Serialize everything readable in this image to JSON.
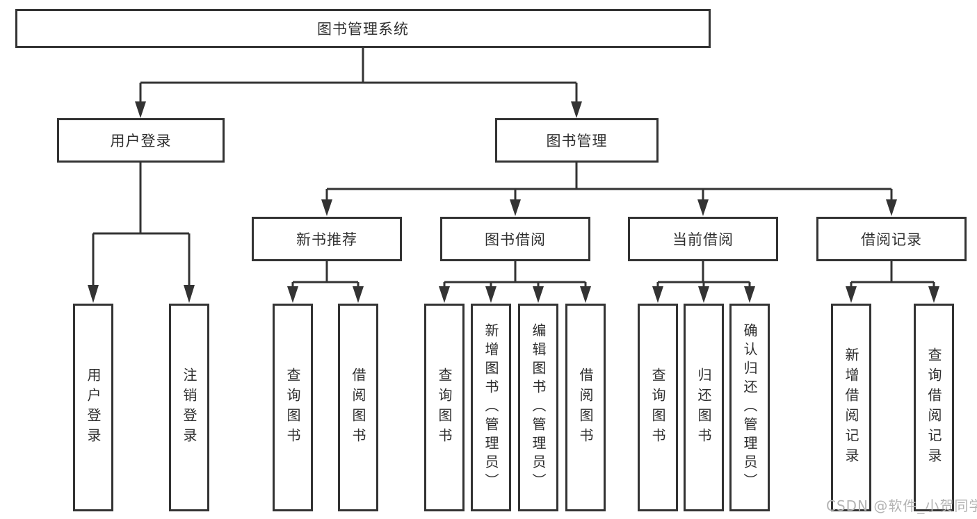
{
  "diagram": {
    "root": {
      "label": "图书管理系统"
    },
    "level2": [
      {
        "label": "用户登录"
      },
      {
        "label": "图书管理"
      }
    ],
    "level3": [
      {
        "label": "新书推荐"
      },
      {
        "label": "图书借阅"
      },
      {
        "label": "当前借阅"
      },
      {
        "label": "借阅记录"
      }
    ],
    "leaves": {
      "user_login": [
        "用户登录",
        "注销登录"
      ],
      "new_book": [
        "查询图书",
        "借阅图书"
      ],
      "book_borrow": [
        "查询图书",
        "新增图书（管理员）",
        "编辑图书（管理员）",
        "借阅图书"
      ],
      "current_borrow": [
        "查询图书",
        "归还图书",
        "确认归还（管理员）"
      ],
      "borrow_record": [
        "新增借阅记录",
        "查询借阅记录"
      ]
    },
    "watermark": "CSDN @软件_小贺同学",
    "colors": {
      "line": "#333333",
      "text": "#2f2f2f",
      "watermark": "#b4b4b4",
      "background": "#ffffff"
    }
  }
}
